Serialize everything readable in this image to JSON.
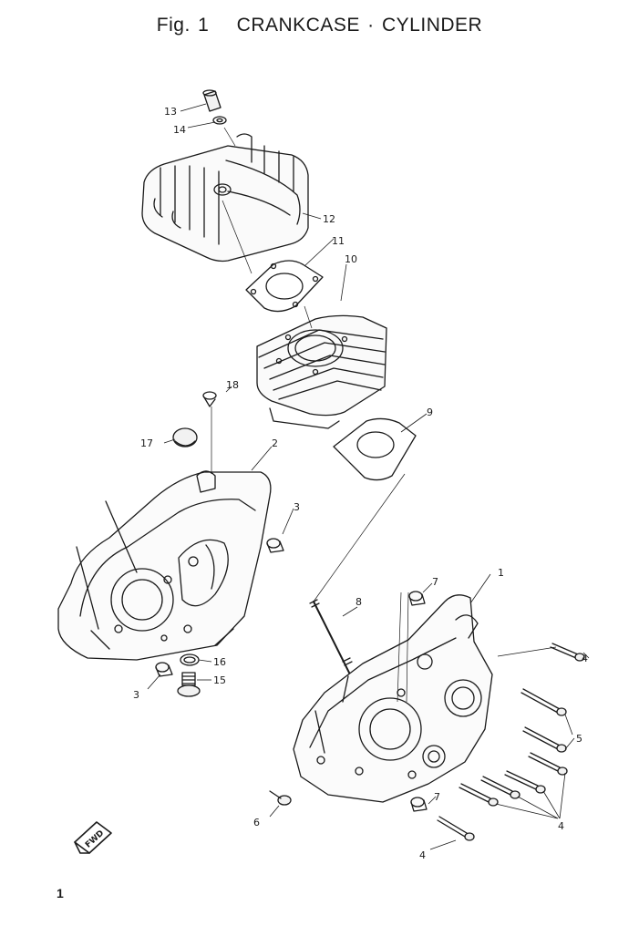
{
  "page": {
    "figure": "Fig. 1",
    "title": "CRANKCASE · CYLINDER",
    "page_number": "1",
    "fwd_label": "FWD"
  },
  "callouts": [
    "1",
    "2",
    "3",
    "3",
    "4",
    "4",
    "4",
    "5",
    "6",
    "7",
    "7",
    "8",
    "9",
    "10",
    "11",
    "12",
    "13",
    "14",
    "15",
    "16",
    "17",
    "18"
  ],
  "colors": {
    "ink": "#1a1a1a",
    "paper": "#ffffff"
  }
}
